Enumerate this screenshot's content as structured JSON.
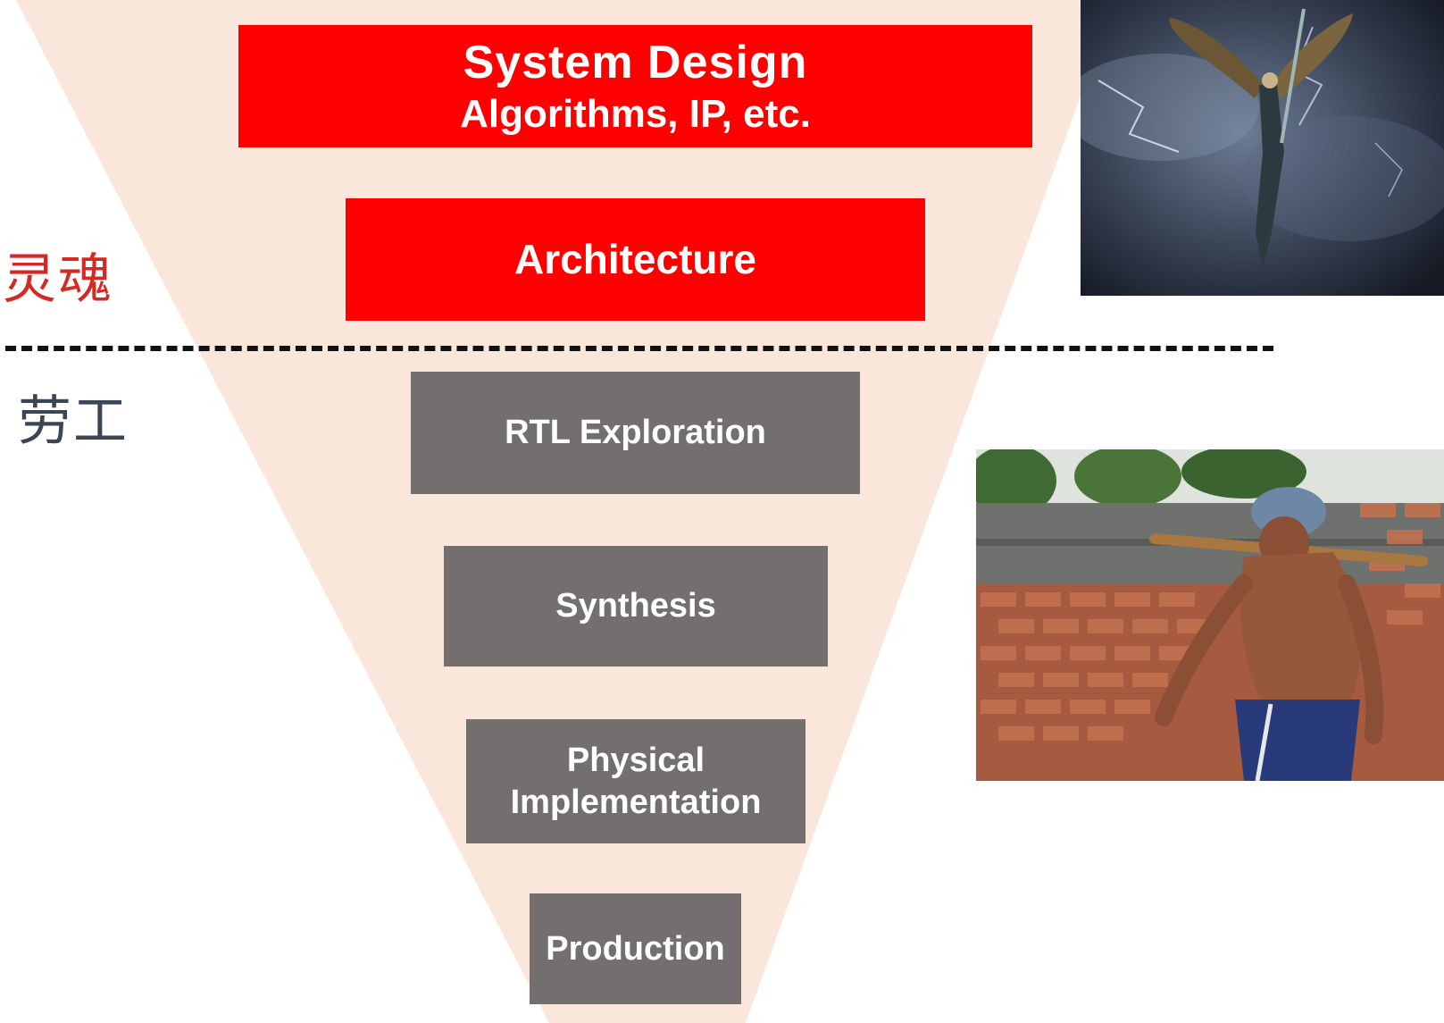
{
  "levels": {
    "system_design": {
      "line1": "System Design",
      "line2": "Algorithms, IP, etc."
    },
    "architecture": "Architecture",
    "rtl_exploration": "RTL Exploration",
    "synthesis": "Synthesis",
    "physical_implementation": {
      "line1": "Physical",
      "line2": "Implementation"
    },
    "production": "Production"
  },
  "labels": {
    "soul": "灵魂",
    "labor": "劳工"
  },
  "colors": {
    "upper_box": "#fe0000",
    "lower_box": "#726f6e",
    "funnel_fill": "#fbe6dc",
    "soul_label": "#d42a26",
    "labor_label": "#3b4654"
  },
  "icons": {
    "upper_photo": "winged-angel-storm-image",
    "lower_photo": "brick-worker-image"
  }
}
